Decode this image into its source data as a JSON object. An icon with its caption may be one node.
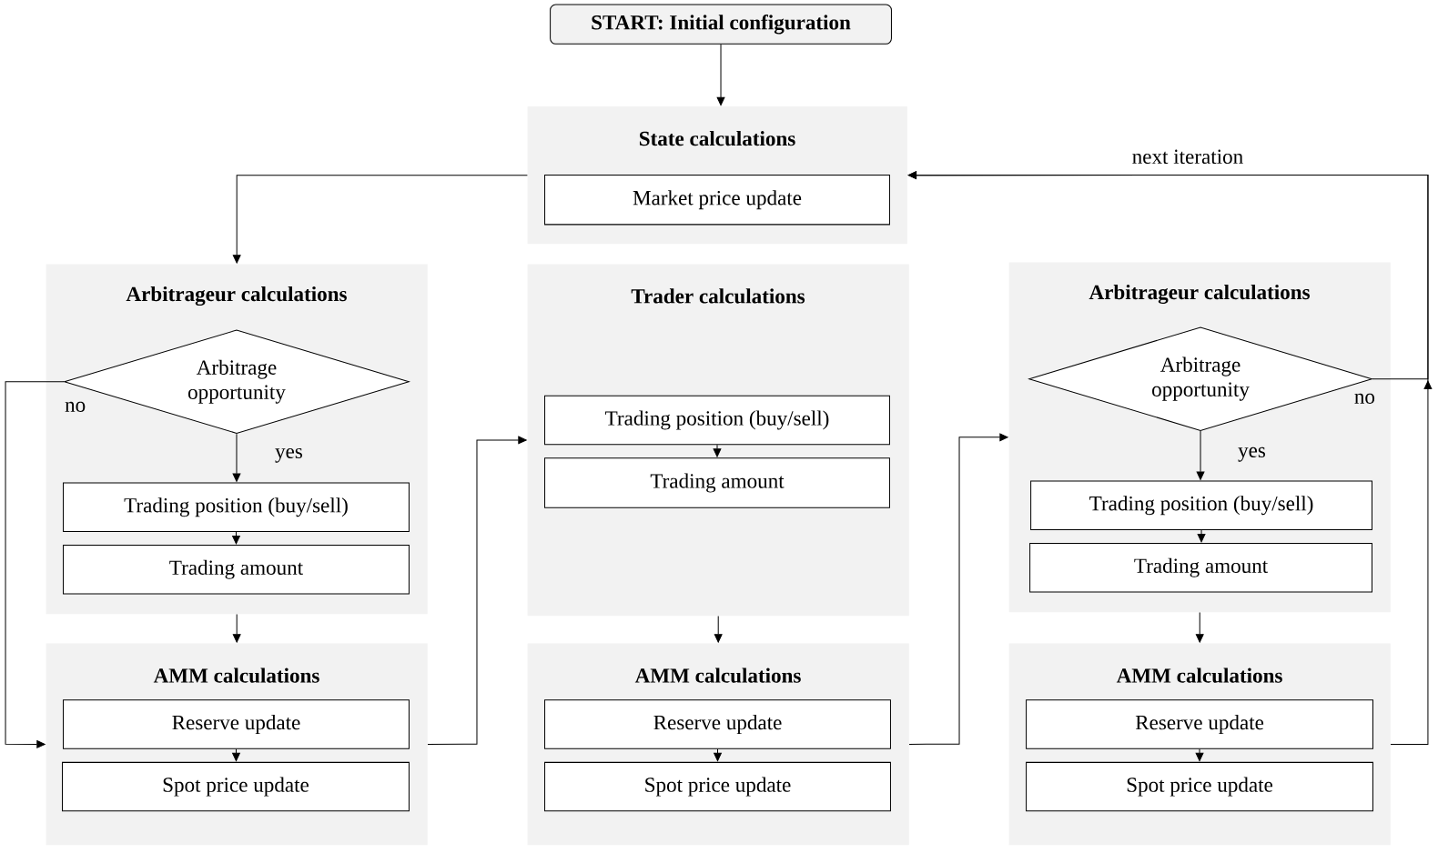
{
  "diagram": {
    "nodes": [
      {
        "text": [
          "START: Initial configuration"
        ]
      },
      {
        "text": [
          "State calculations"
        ]
      },
      {
        "text": [
          "Market price update"
        ],
        "in": 1
      },
      {
        "text": [
          "Arbitrageur calculations"
        ]
      },
      {
        "text": [
          "Arbitrage opportunity"
        ],
        "in": 3
      },
      {
        "text": [
          "Trading position (buy/sell)"
        ],
        "in": 3
      },
      {
        "text": [
          "Trading amount"
        ],
        "in": 3
      },
      {
        "text": [
          "Trader calculations"
        ]
      },
      {
        "text": [
          "Trading position (buy/sell)"
        ],
        "in": 7
      },
      {
        "text": [
          "Trading amount"
        ],
        "in": 7
      },
      {
        "text": [
          "Arbitrageur calculations"
        ]
      },
      {
        "text": [
          "Arbitrage opportunity"
        ],
        "in": 10
      },
      {
        "text": [
          "Trading position (buy/sell)"
        ],
        "in": 10
      },
      {
        "text": [
          "Trading amount"
        ],
        "in": 10
      },
      {
        "text": [
          "AMM calculations"
        ]
      },
      {
        "text": [
          "Reserve update"
        ],
        "in": 14
      },
      {
        "text": [
          "Spot price update"
        ],
        "in": 14
      },
      {
        "text": [
          "AMM calculations"
        ]
      },
      {
        "text": [
          "Reserve update"
        ],
        "in": 17
      },
      {
        "text": [
          "Spot price update"
        ],
        "in": 17
      },
      {
        "text": [
          "AMM calculations"
        ]
      },
      {
        "text": [
          "Reserve update"
        ],
        "in": 20
      },
      {
        "text": [
          "Spot price update"
        ],
        "in": 20
      }
    ],
    "edges": [
      {
        "from": 0,
        "to": 1,
        "arrow": "to"
      },
      {
        "from": 1,
        "to": 3,
        "arrow": "to"
      },
      {
        "from": 4,
        "to": 5,
        "arrow": "to",
        "label": "yes"
      },
      {
        "from": 5,
        "to": 6,
        "arrow": "to"
      },
      {
        "from": 4,
        "to": 14,
        "arrow": "to",
        "label": "no"
      },
      {
        "from": 3,
        "to": 14,
        "arrow": "to"
      },
      {
        "from": 14,
        "to": 7,
        "arrow": "to"
      },
      {
        "from": 8,
        "to": 9,
        "arrow": "to"
      },
      {
        "from": 7,
        "to": 17,
        "arrow": "to"
      },
      {
        "from": 17,
        "to": 10,
        "arrow": "to"
      },
      {
        "from": 11,
        "to": 12,
        "arrow": "to",
        "label": "yes"
      },
      {
        "from": 12,
        "to": 13,
        "arrow": "to"
      },
      {
        "from": 10,
        "to": 20,
        "arrow": "to"
      },
      {
        "from": 15,
        "to": 16,
        "arrow": "to"
      },
      {
        "from": 18,
        "to": 19,
        "arrow": "to"
      },
      {
        "from": 21,
        "to": 22,
        "arrow": "to"
      },
      {
        "from": 11,
        "to": 1,
        "arrow": "to",
        "label": "no"
      },
      {
        "from": 20,
        "to": 1,
        "arrow": "to",
        "label": "next iteration"
      }
    ]
  }
}
